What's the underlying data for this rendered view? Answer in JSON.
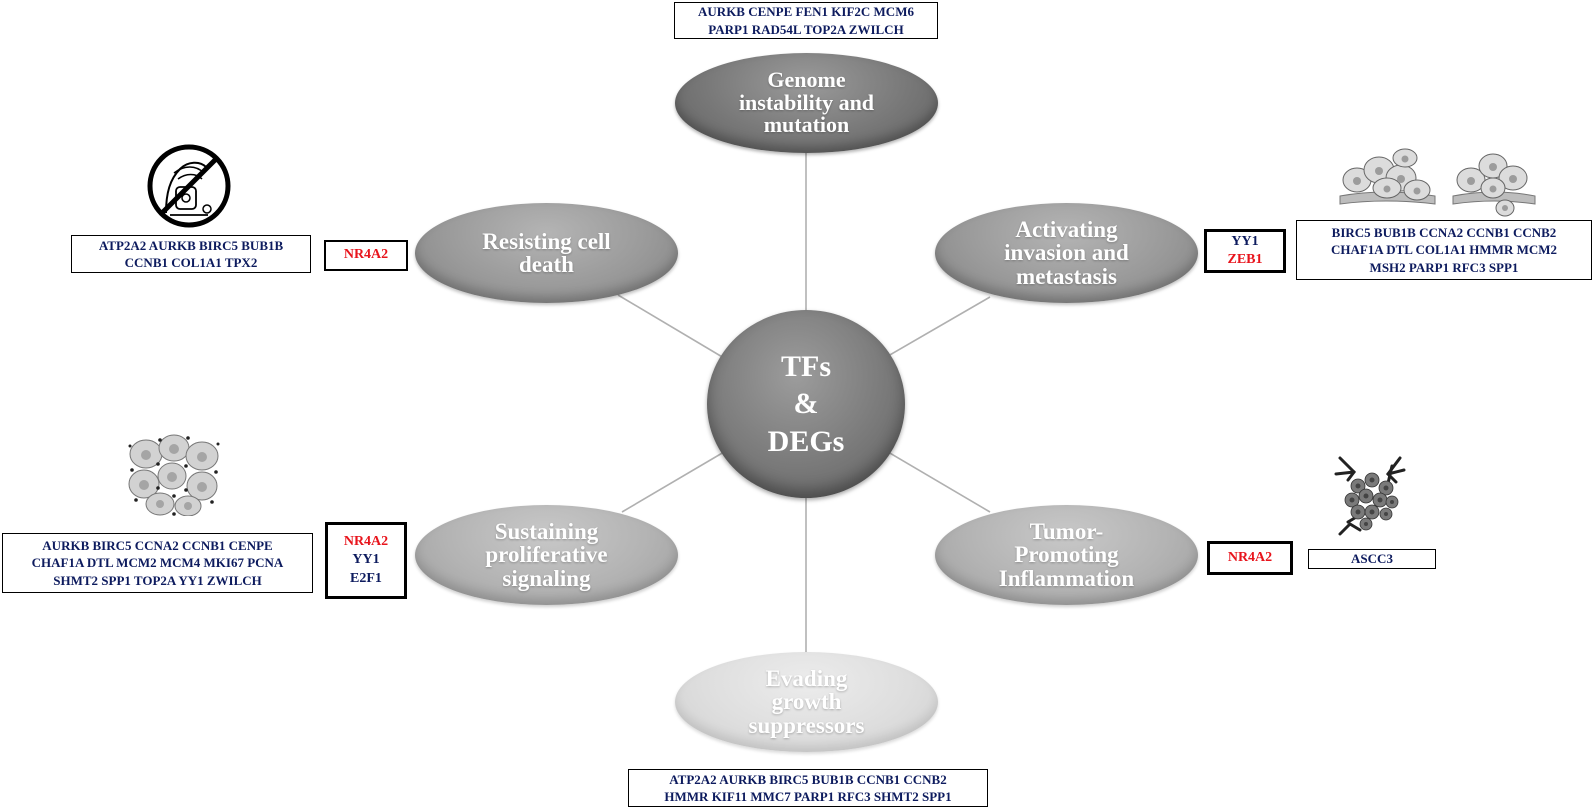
{
  "center": {
    "label": "TFs\n&\nDEGs"
  },
  "hallmarks": {
    "genome": {
      "label": "Genome\ninstability and\nmutation"
    },
    "cell_death": {
      "label": "Resisting cell\ndeath"
    },
    "invasion": {
      "label": "Activating\ninvasion and\nmetastasis"
    },
    "proliferative": {
      "label": "Sustaining\nproliferative\nsignaling"
    },
    "inflammation": {
      "label": "Tumor-\nPromoting\nInflammation"
    },
    "suppressors": {
      "label": "Evading\ngrowth\nsuppressors"
    }
  },
  "gene_boxes": {
    "genome": [
      "AURKB CENPE FEN1  KIF2C MCM6",
      "PARP1 RAD54L TOP2A ZWILCH"
    ],
    "cell_death": [
      "ATP2A2 AURKB BIRC5 BUB1B",
      "CCNB1 COL1A1 TPX2"
    ],
    "invasion": [
      "BIRC5 BUB1B CCNA2 CCNB1 CCNB2",
      "CHAF1A  DTL  COL1A1  HMMR MCM2",
      "MSH2 PARP1  RFC3 SPP1"
    ],
    "proliferative": [
      "AURKB  BIRC5 CCNA2 CCNB1 CENPE",
      "CHAF1A  DTL MCM2  MCM4 MKI67 PCNA",
      "SHMT2  SPP1 TOP2A  YY1  ZWILCH"
    ],
    "inflammation": [
      "ASCC3"
    ],
    "suppressors": [
      "ATP2A2  AURKB BIRC5  BUB1B CCNB1  CCNB2",
      "HMMR  KIF11  MMC7  PARP1   RFC3  SHMT2  SPP1"
    ]
  },
  "tf_boxes": {
    "cell_death": [
      {
        "text": "NR4A2",
        "color": "red"
      }
    ],
    "invasion": [
      {
        "text": "YY1",
        "color": "navy"
      },
      {
        "text": "ZEB1",
        "color": "red"
      }
    ],
    "proliferative": [
      {
        "text": "NR4A2",
        "color": "red"
      },
      {
        "text": "YY1",
        "color": "navy"
      },
      {
        "text": "E2F1",
        "color": "navy"
      }
    ],
    "inflammation": [
      {
        "text": "NR4A2",
        "color": "red"
      }
    ]
  },
  "colors": {
    "red": "#e8141c",
    "navy": "#0d1b5e",
    "connector": "#b0b0b0"
  },
  "icons": [
    "no-apoptosis-icon",
    "invading-cells-icon",
    "proliferating-cells-icon",
    "inflammation-cells-icon"
  ]
}
